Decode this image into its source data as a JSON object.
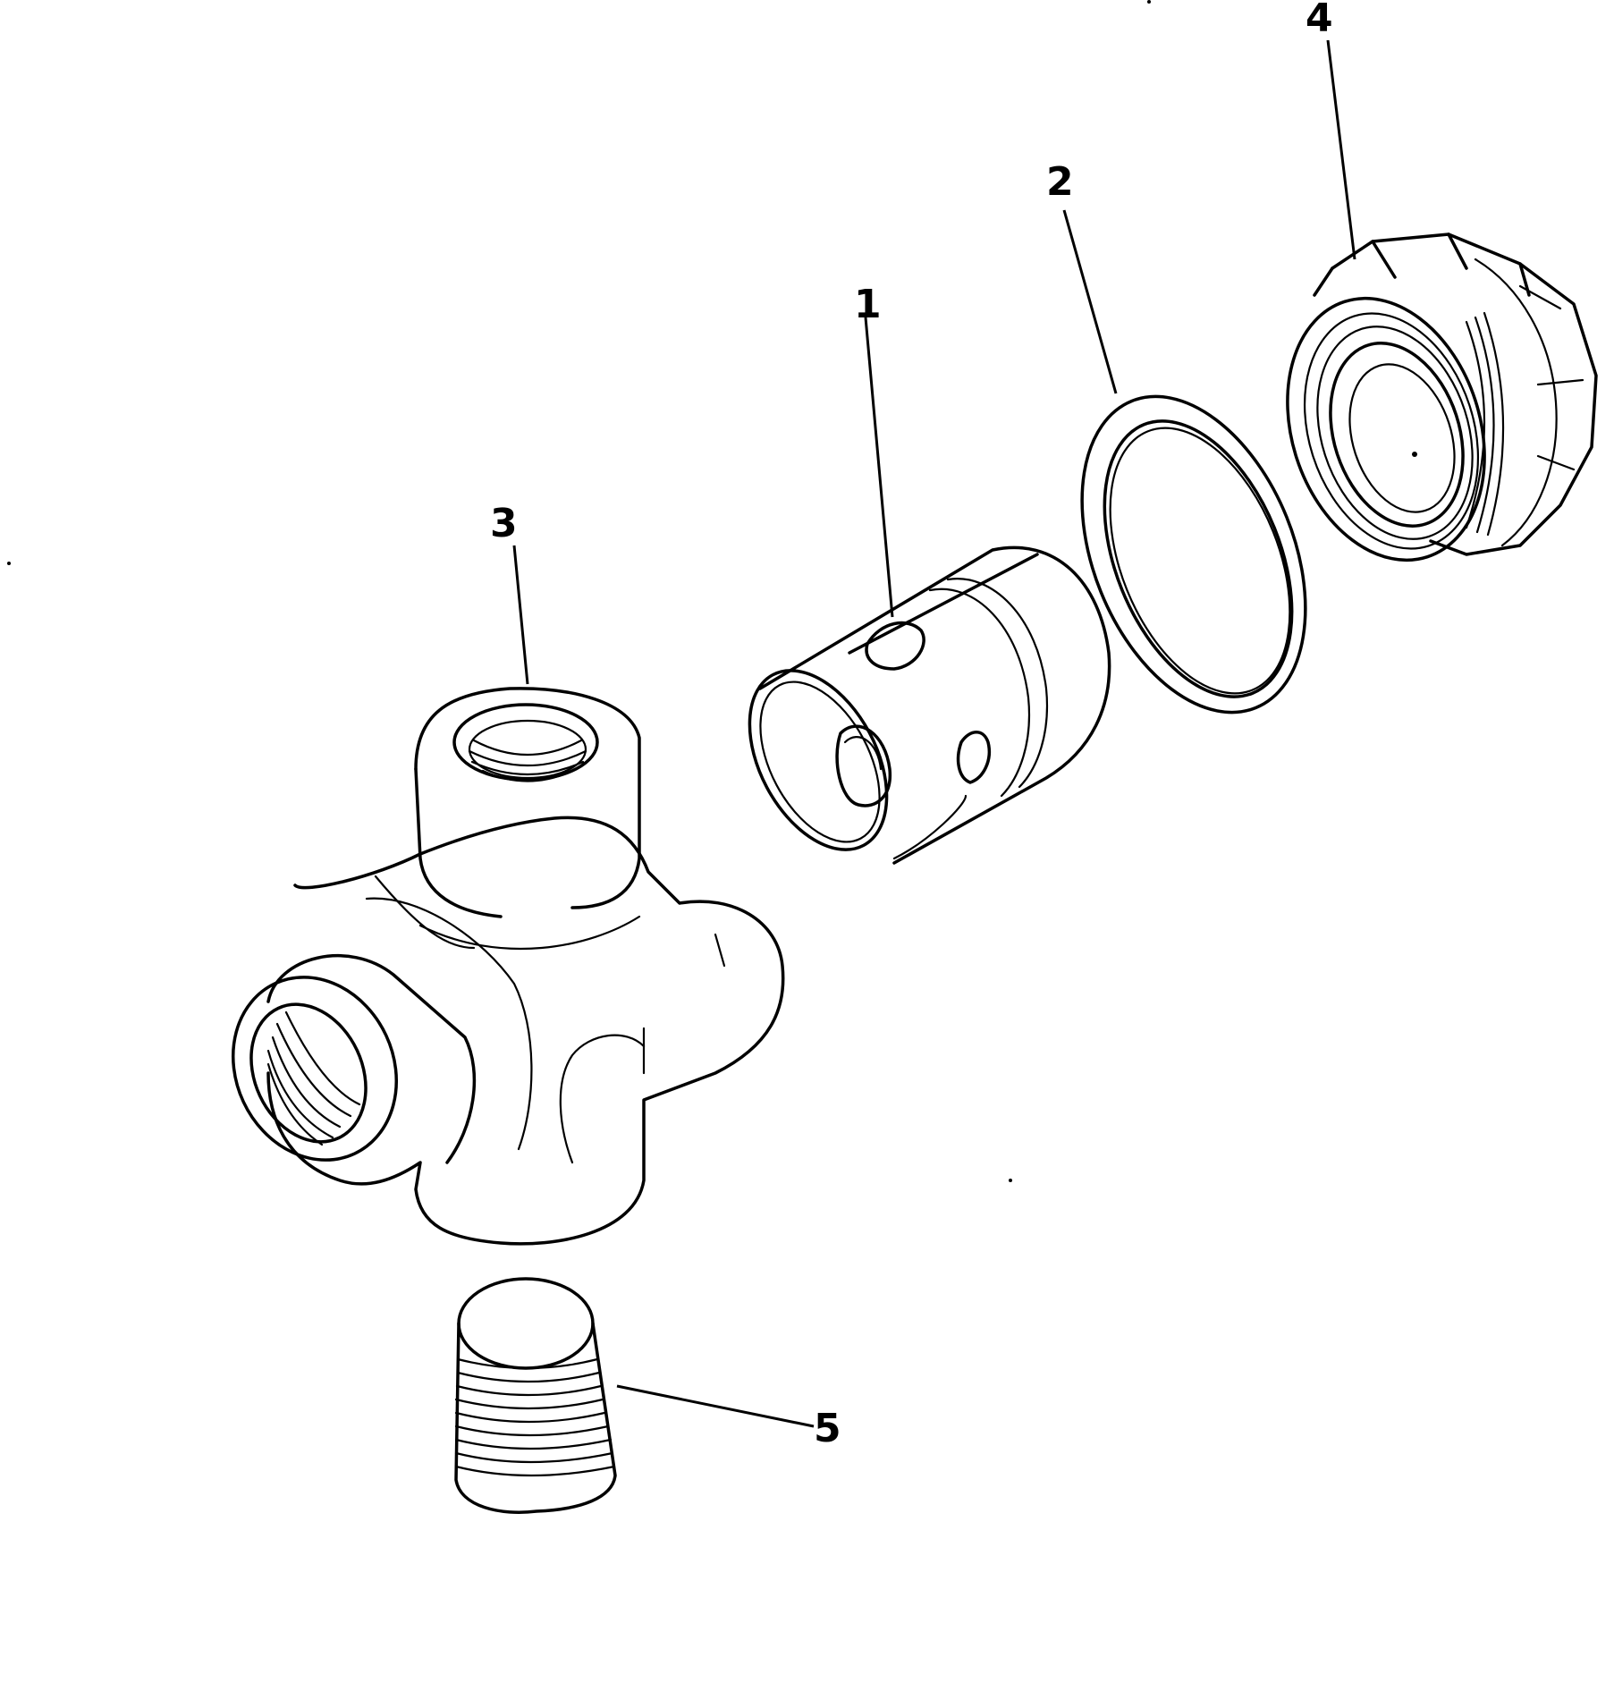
{
  "callouts": [
    {
      "id": "1",
      "label": "1",
      "part": "sleeve-cartridge"
    },
    {
      "id": "2",
      "label": "2",
      "part": "o-ring-seal"
    },
    {
      "id": "3",
      "label": "3",
      "part": "tee-valve-body"
    },
    {
      "id": "4",
      "label": "4",
      "part": "hex-plug-cap"
    },
    {
      "id": "5",
      "label": "5",
      "part": "pipe-plug"
    }
  ],
  "colors": {
    "ink": "#000000",
    "paper": "#ffffff"
  }
}
